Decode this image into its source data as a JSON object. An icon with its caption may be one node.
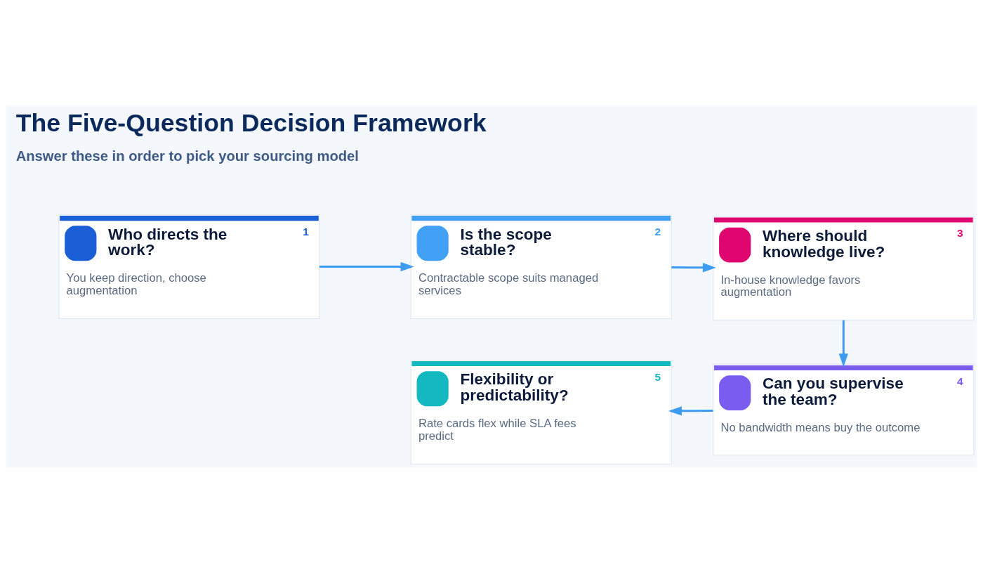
{
  "diagram": {
    "title": "The Five-Question Decision Framework",
    "nodes": [
      {
        "text": [
          "Who directs the work?",
          "1",
          "You keep direction, choose augmentation"
        ]
      },
      {
        "text": [
          "Is the scope stable?",
          "2",
          "Contractable scope suits managed services"
        ]
      },
      {
        "text": [
          "Where should knowledge live?",
          "3",
          "In-house knowledge favors augmentation"
        ]
      },
      {
        "text": [
          "Can you supervise the team?",
          "4",
          "No bandwidth means buy the outcome"
        ]
      },
      {
        "text": [
          "Flexibility or predictability?",
          "5",
          "Rate cards flex while SLA fees predict"
        ]
      }
    ],
    "edges": [
      {
        "from": 0,
        "to": 1,
        "arrow": "to"
      },
      {
        "from": 1,
        "to": 2,
        "arrow": "to"
      },
      {
        "from": 2,
        "to": 3,
        "arrow": "to"
      },
      {
        "from": 3,
        "to": 4,
        "arrow": "to"
      }
    ],
    "labels": [
      "Answer these in order to pick your sourcing model"
    ]
  }
}
